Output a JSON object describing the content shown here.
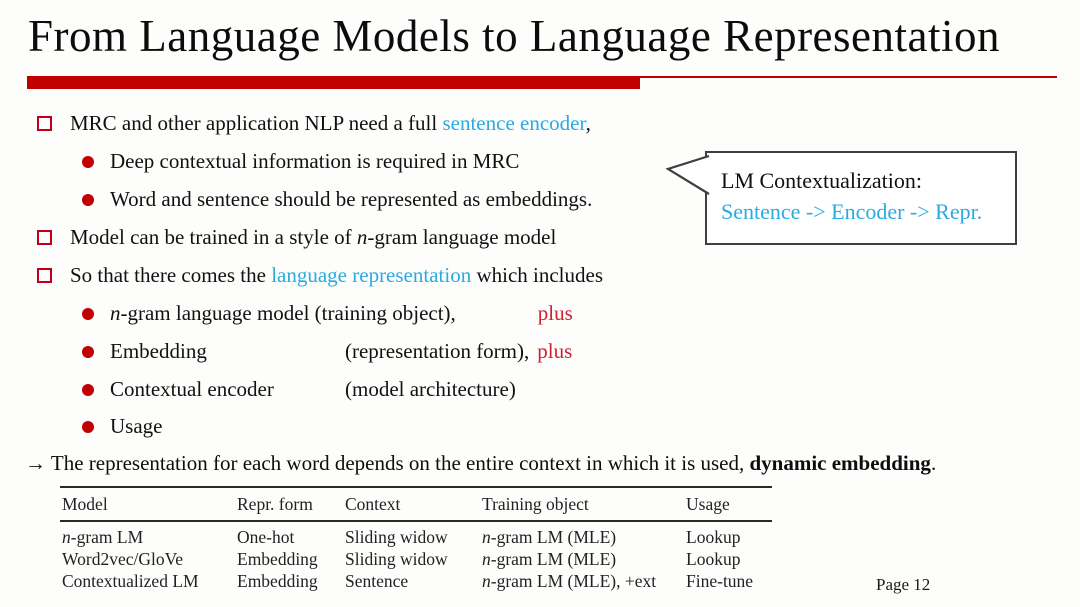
{
  "slide": {
    "title": "From Language Models to Language Representation",
    "page_label": "Page 12"
  },
  "colors": {
    "accent_red": "#c00000",
    "bullet_red": "#c0001a",
    "highlight_cyan": "#29abe2",
    "plus_red": "#d01f2f"
  },
  "bullets": {
    "l1a_pre": "MRC and other application NLP need a full ",
    "l1a_cyan": "sentence encoder",
    "l1a_post": ",",
    "l2a": "Deep contextual information is required in MRC",
    "l2b": "Word and sentence should be represented as embeddings.",
    "l1b_pre": "Model can be trained in a style of ",
    "l1b_it": "n",
    "l1b_post": "-gram language model",
    "l1c_pre": "So that there comes the ",
    "l1c_cyan": "language representation",
    "l1c_post": " which includes",
    "l2c_it": "n",
    "l2c_main": "-gram language model (training object),",
    "l2c_plus": "plus",
    "l2d_label": "Embedding",
    "l2d_paren": "(representation form),",
    "l2d_plus": "plus",
    "l2e_label": "Contextual encoder",
    "l2e_paren": "(model architecture)",
    "l2f_label": "Usage"
  },
  "callout": {
    "line1": "LM Contextualization:",
    "line2": "Sentence -> Encoder -> Repr."
  },
  "takeaway": {
    "arrow": "→ ",
    "pre": "The representation for each word depends on the entire context in which it is used, ",
    "bold": "dynamic embedding",
    "post": "."
  },
  "table": {
    "headers": [
      "Model",
      "Repr. form",
      "Context",
      "Training object",
      "Usage"
    ],
    "rows": [
      {
        "model_it": "n",
        "model": "-gram LM",
        "repr": "One-hot",
        "context": "Sliding widow",
        "train_it": "n",
        "train": "-gram LM (MLE)",
        "usage": "Lookup"
      },
      {
        "model_it": "",
        "model": "Word2vec/GloVe",
        "repr": "Embedding",
        "context": "Sliding widow",
        "train_it": "n",
        "train": "-gram LM (MLE)",
        "usage": "Lookup"
      },
      {
        "model_it": "",
        "model": "Contextualized LM",
        "repr": "Embedding",
        "context": "Sentence",
        "train_it": "n",
        "train": "-gram LM (MLE), +ext",
        "usage": "Fine-tune"
      }
    ]
  }
}
